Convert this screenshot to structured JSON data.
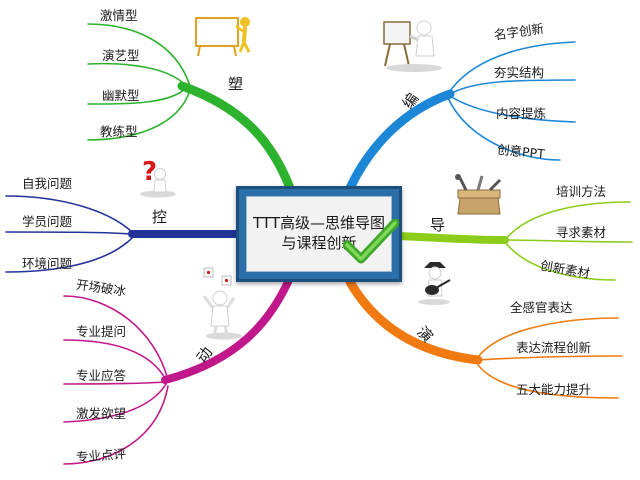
{
  "center": {
    "title": "TTT高级—思维导图与课程创新"
  },
  "branches": [
    {
      "key": "su",
      "label": "塑",
      "color": "#2db22d",
      "leaves": [
        "激情型",
        "演艺型",
        "幽默型",
        "教练型"
      ]
    },
    {
      "key": "bian",
      "label": "编",
      "color": "#1c87d6",
      "leaves": [
        "名字创新",
        "夯实结构",
        "内容提炼",
        "创意PPT"
      ]
    },
    {
      "key": "kong",
      "label": "控",
      "color": "#223399",
      "leaves": [
        "自我问题",
        "学员问题",
        "环境问题"
      ]
    },
    {
      "key": "dao",
      "label": "导",
      "color": "#8ccc1a",
      "leaves": [
        "培训方法",
        "寻求素材",
        "创新素材"
      ]
    },
    {
      "key": "dong",
      "label": "动",
      "color": "#c0188a",
      "leaves": [
        "开场破冰",
        "专业提问",
        "专业应答",
        "激发欲望",
        "专业点评"
      ]
    },
    {
      "key": "yan",
      "label": "演",
      "color": "#f07a10",
      "leaves": [
        "全感官表达",
        "表达流程创新",
        "五大能力提升"
      ]
    }
  ],
  "decorations": [
    "whiteboard-figure-icon",
    "easel-figure-icon",
    "question-mark-figure-icon",
    "toolbox-icon",
    "dice-juggler-figure-icon",
    "guitar-player-figure-icon",
    "checkmark-icon"
  ]
}
